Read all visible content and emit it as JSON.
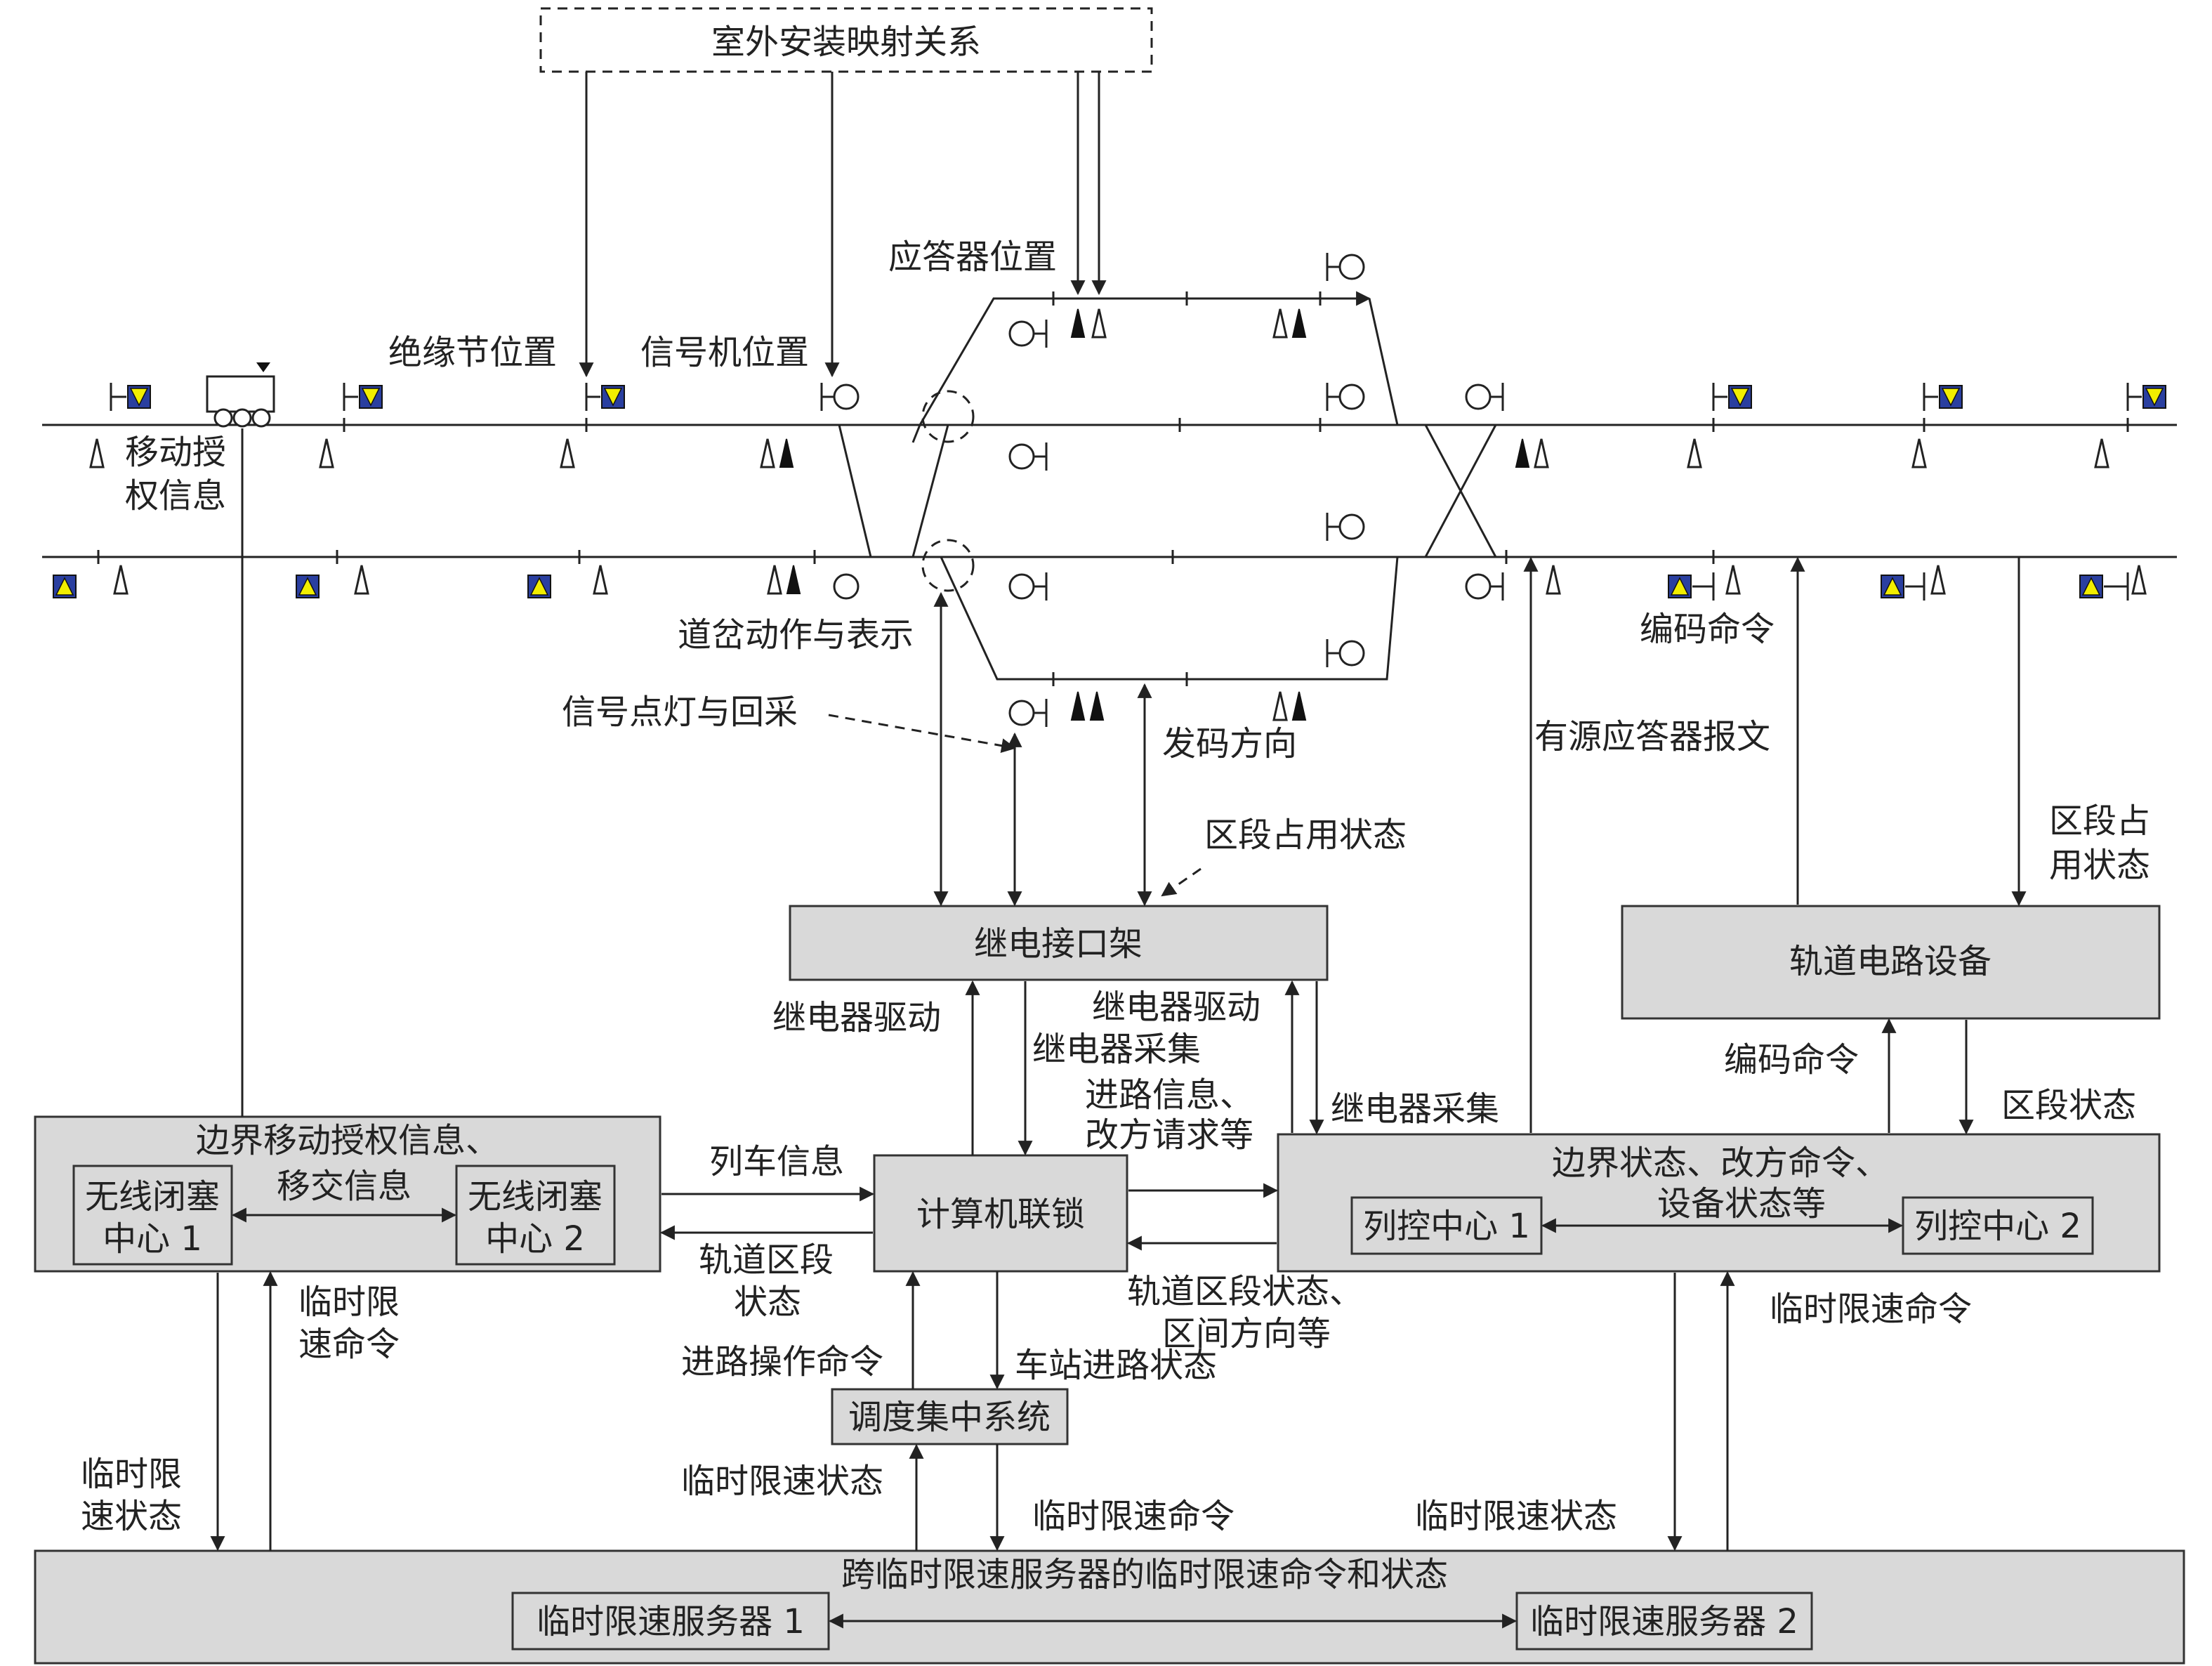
{
  "labels": {
    "mapping": "室外安装映射关系",
    "balise_pos": "应答器位置",
    "insulation_pos": "绝缘节位置",
    "signal_pos": "信号机位置",
    "ma_1": "移动授",
    "ma_2": "权信息",
    "switch_action": "道岔动作与表示",
    "signal_light": "信号点灯与回采",
    "code_dir": "发码方向",
    "section_occ": "区段占用状态",
    "coding_cmd_top": "编码命令",
    "active_balise": "有源应答器报文",
    "section_occ_r1": "区段占",
    "section_occ_r2": "用状态",
    "relay_drive_l": "继电器驱动",
    "relay_collect_l": "继电器采集",
    "relay_drive_r": "继电器驱动",
    "route_info_1": "进路信息、",
    "route_info_2": "改方请求等",
    "relay_collect_r": "继电器采集",
    "coding_cmd_mid": "编码命令",
    "section_state": "区段状态",
    "train_info": "列车信息",
    "track_state_1": "轨道区段",
    "track_state_2": "状态",
    "track_dir_1": "轨道区段状态、",
    "track_dir_2": "区间方向等",
    "temp_cmd_l1": "临时限",
    "temp_cmd_l2": "速命令",
    "temp_state_l1": "临时限",
    "temp_state_l2": "速状态",
    "route_op": "进路操作命令",
    "station_route": "车站进路状态",
    "temp_state_c": "临时限速状态",
    "temp_cmd_c": "临时限速命令",
    "temp_state_r": "临时限速状态",
    "temp_cmd_r": "临时限速命令"
  },
  "boxes": {
    "relay_rack": "继电接口架",
    "track_circuit": "轨道电路设备",
    "cbi": "计算机联锁",
    "rbc_group": "边界移动授权信息、",
    "rbc_group_2": "移交信息",
    "rbc1_a": "无线闭塞",
    "rbc1_b": "中心 1",
    "rbc2_a": "无线闭塞",
    "rbc2_b": "中心 2",
    "tcc_group_1": "边界状态、改方命令、",
    "tcc_group_2": "设备状态等",
    "tcc1": "列控中心 1",
    "tcc2": "列控中心 2",
    "ctc": "调度集中系统",
    "tsr_group": "跨临时限速服务器的临时限速命令和状态",
    "tsr1": "临时限速服务器 1",
    "tsr2": "临时限速服务器 2"
  },
  "colors": {
    "box_fill": "#d9d9d9",
    "balise_blue": "#2a3fa0",
    "balise_yellow": "#f2ee00"
  }
}
